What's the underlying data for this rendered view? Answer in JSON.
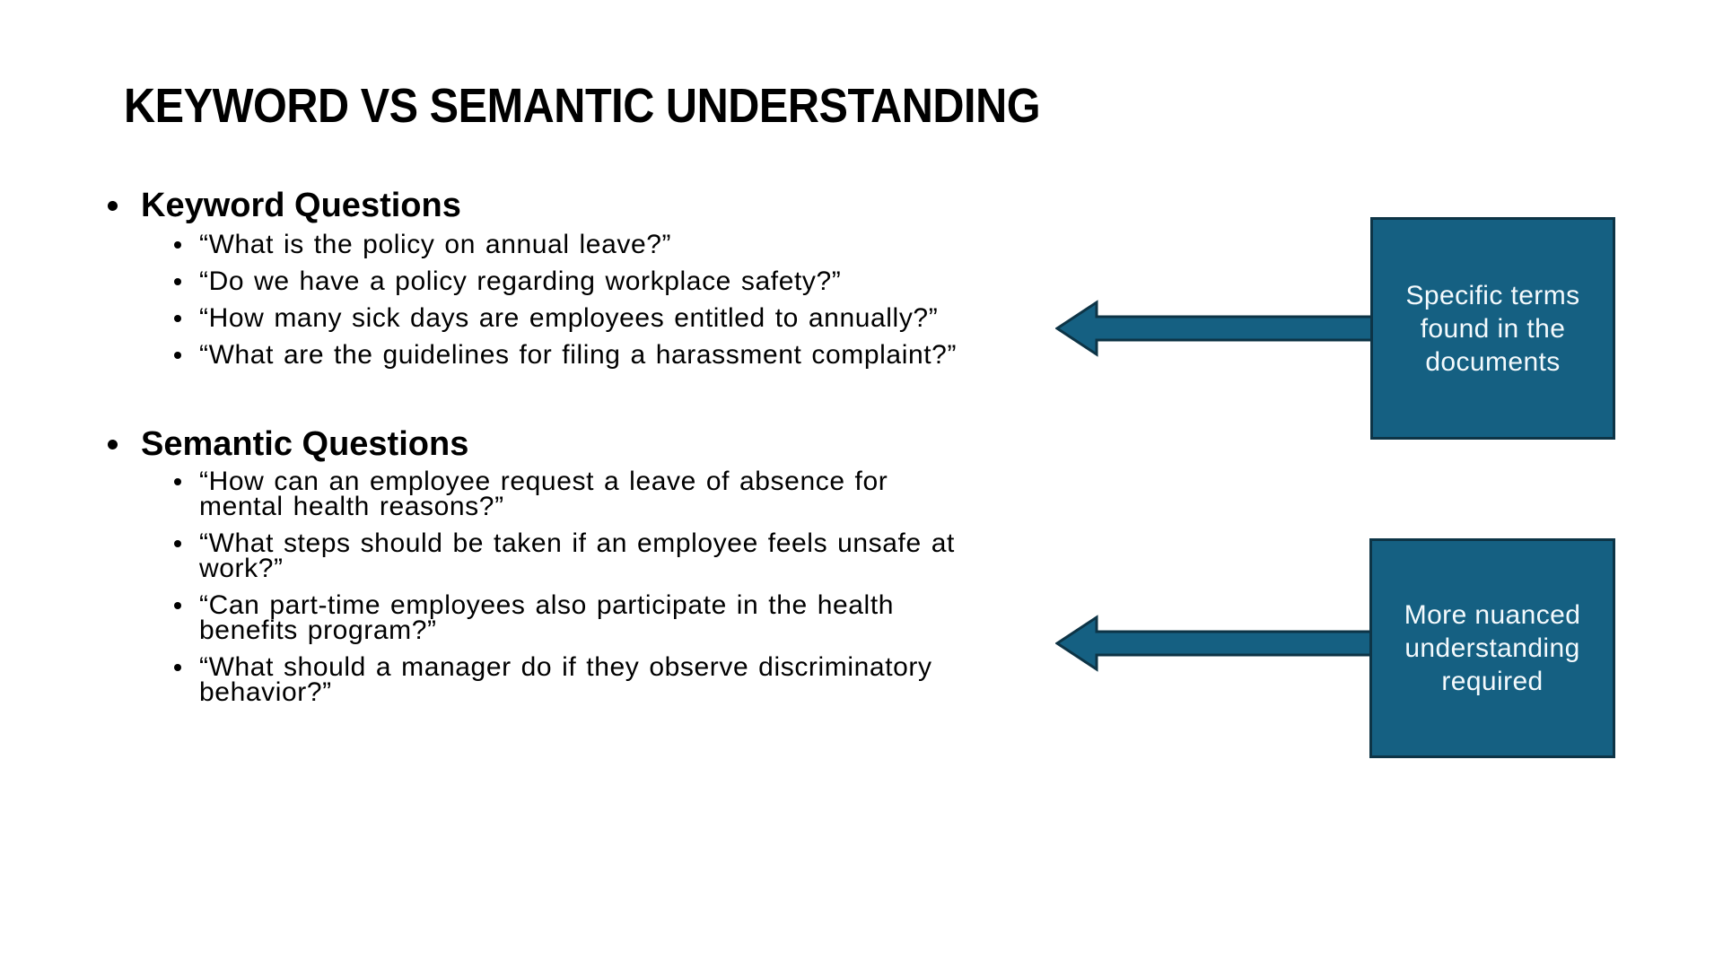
{
  "slide": {
    "title": "KEYWORD VS SEMANTIC UNDERSTANDING",
    "sections": [
      {
        "heading": "Keyword Questions",
        "items": [
          "“What is the policy on annual leave?”",
          "“Do we have a policy regarding workplace safety?”",
          "“How many sick days are employees entitled to annually?”",
          "“What are the guidelines for filing a harassment complaint?”"
        ],
        "callout": {
          "text": "Specific terms found in the documents",
          "arrow_direction": "left"
        }
      },
      {
        "heading": "Semantic Questions",
        "items": [
          "“How can an employee request a leave of absence for mental health reasons?”",
          "“What steps should be taken if an employee feels unsafe at work?”",
          "“Can part-time employees also participate in the health benefits program?”",
          "“What should a manager do if they observe discriminatory behavior?”"
        ],
        "callout": {
          "text": "More nuanced understanding required",
          "arrow_direction": "left"
        }
      }
    ],
    "colors": {
      "background": "#ffffff",
      "text": "#000000",
      "callout_fill": "#156082",
      "callout_border": "#0d3446",
      "callout_text": "#f4fafd"
    }
  }
}
